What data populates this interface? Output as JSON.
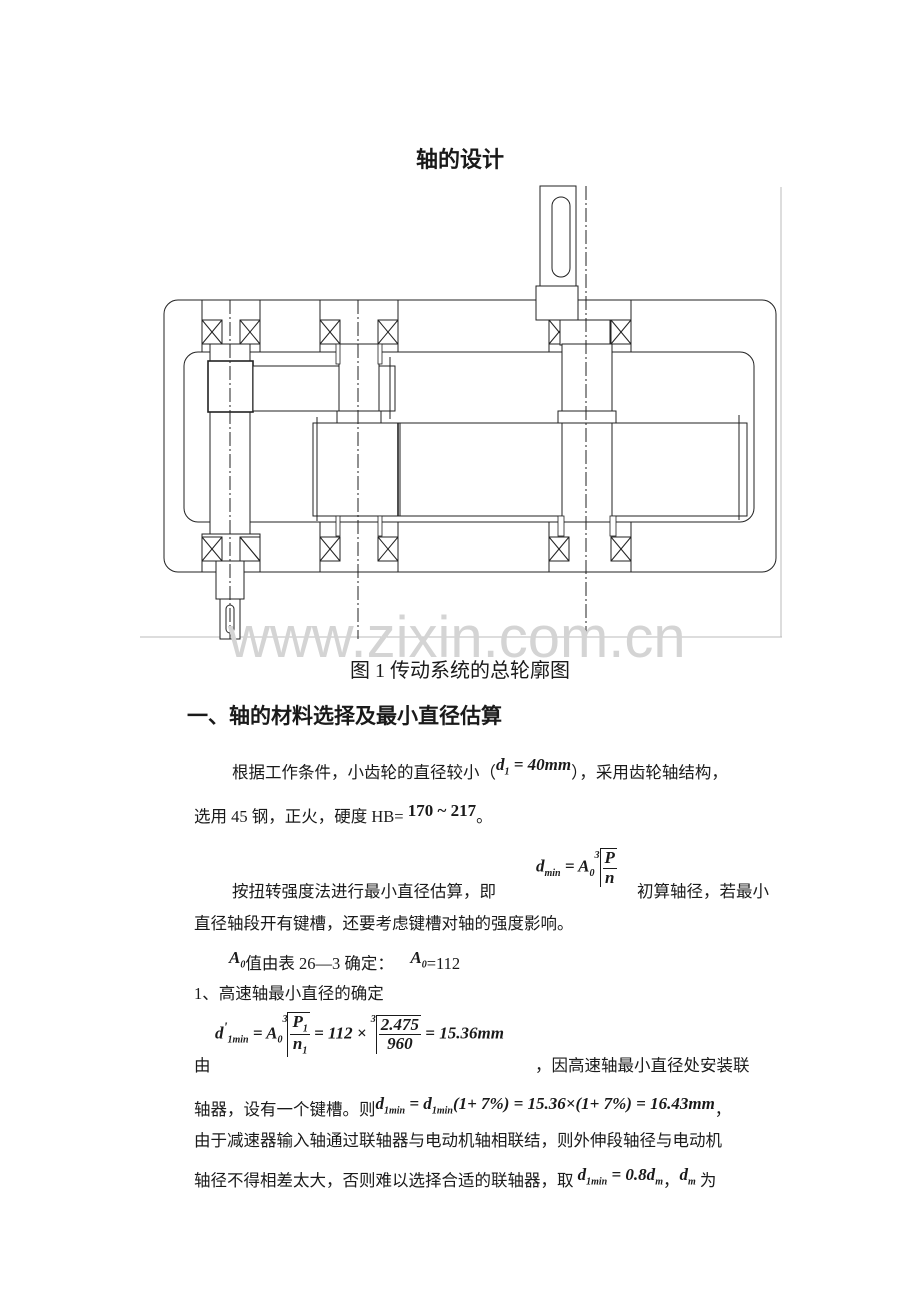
{
  "document": {
    "title": "轴的设计",
    "watermark": "www.zixin.com.cn",
    "figure_caption": "图 1 传动系统的总轮廓图",
    "section_heading": "一、轴的材料选择及最小直径估算",
    "para1": {
      "text_a": "根据工作条件，小齿轮的直径较小（",
      "formula_d1": "d",
      "formula_d1_sub": "1",
      "formula_d1_rest": " = 40mm",
      "text_b": "），采用齿轮轴结构，",
      "line2_a": "选用 45 钢，正火，硬度 HB=",
      "hardness": "170 ~ 217",
      "line2_b": "。"
    },
    "para2": {
      "text_a": "按扭转强度法进行最小直径估算，即",
      "formula_lhs": "d",
      "formula_lhs_sub": "min",
      "formula_eq": " = A",
      "formula_A_sub": "0",
      "root_index": "3",
      "frac_num": "P",
      "frac_den": "n",
      "text_b": "初算轴径，若最小",
      "line2": "直径轴段开有键槽，还要考虑键槽对轴的强度影响。"
    },
    "para3": {
      "A0": "A",
      "A0_sub": "0",
      "text_a": "值由表 26—3 确定：",
      "value": "=112"
    },
    "subsection1": "1、高速轴最小直径的确定",
    "para4": {
      "prefix": "由",
      "lhs": "d",
      "lhs_prime": "'",
      "lhs_sub": "1min",
      "eq1": " = A",
      "A_sub": "0",
      "root_index": "3",
      "frac1_num": "P",
      "frac1_num_sub": "1",
      "frac1_den": "n",
      "frac1_den_sub": "1",
      "eq2": " = 112 × ",
      "frac2_num": "2.475",
      "frac2_den": "960",
      "eq3": " = 15.36mm",
      "text_after": "，因高速轴最小直径处安装联"
    },
    "para5": {
      "text_a": "轴器，设有一个键槽。则",
      "formula": "d",
      "formula_sub": "1min",
      "formula_rest_a": " = d",
      "formula_rest_sub": "1min",
      "formula_rest_b": "(1+ 7%) = 15.36×(1+ 7%) = 16.43mm",
      "text_b": "，"
    },
    "para6": {
      "line1": "由于减速器输入轴通过联轴器与电动机轴相联结，则外伸段轴径与电动机",
      "line2_a": "轴径不得相差太大，否则难以选择合适的联轴器，取",
      "formula": "d",
      "formula_sub": "1min",
      "formula_rest": " = 0.8d",
      "formula_rest_sub": "m",
      "sep": "，",
      "dm": "d",
      "dm_sub": "m",
      "line2_b": "为"
    }
  }
}
